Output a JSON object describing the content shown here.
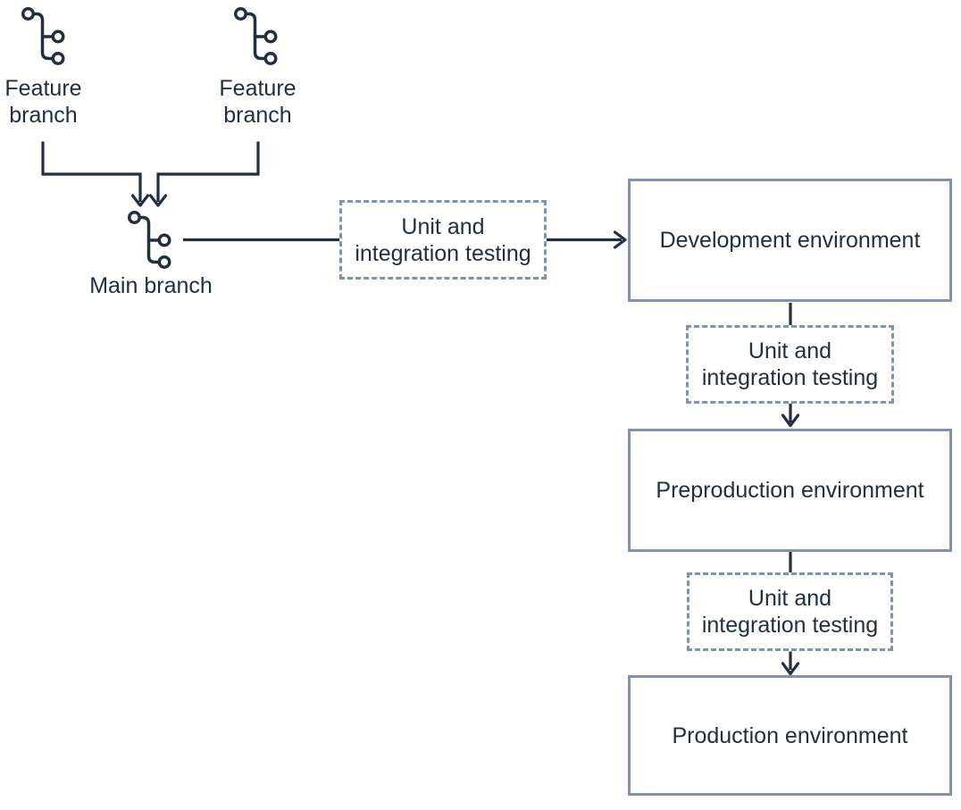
{
  "colors": {
    "line": "#232f3e",
    "text": "#232f3e",
    "box_border": "#8191b2",
    "background": "#ffffff"
  },
  "branches": {
    "feature_1": {
      "label": "Feature\nbranch"
    },
    "feature_2": {
      "label": "Feature\nbranch"
    },
    "main": {
      "label": "Main branch"
    }
  },
  "testing_steps": {
    "after_merge": {
      "label": "Unit and\nintegration testing"
    },
    "after_development": {
      "label": "Unit and\nintegration testing"
    },
    "after_preproduction": {
      "label": "Unit and\nintegration testing"
    }
  },
  "environments": {
    "development": {
      "label": "Development environment"
    },
    "preproduction": {
      "label": "Preproduction environment"
    },
    "production": {
      "label": "Production environment"
    }
  }
}
